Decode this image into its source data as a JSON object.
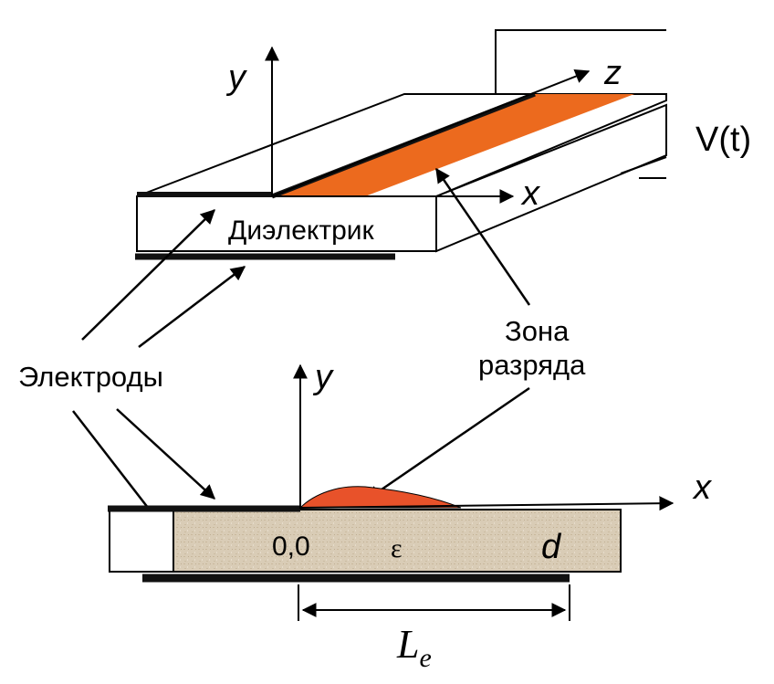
{
  "labels": {
    "y_top": "y",
    "z_top": "z",
    "x_top": "x",
    "dielectric": "Диэлектрик",
    "voltage": "V(t)",
    "electrodes": "Электроды",
    "discharge_zone_line1": "Зона",
    "discharge_zone_line2": "разряда",
    "y_bottom": "y",
    "x_bottom": "x",
    "origin": "0,0",
    "epsilon": "ε",
    "thickness": "d",
    "length_main": "L",
    "length_sub": "e"
  },
  "colors": {
    "discharge_top": "#ec6a1e",
    "discharge_bottom": "#e8522a",
    "dielectric_fill": "#d8cbb5",
    "electrode": "#111111",
    "line": "#000000"
  }
}
